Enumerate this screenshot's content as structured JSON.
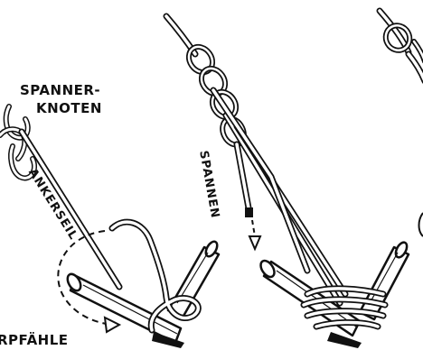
{
  "labels": {
    "title_line1": "SPANNER-",
    "title_line2": "KNOTEN",
    "anchor_rope": "ANKERSEIL",
    "tension": "SPANNEN",
    "stakes": "RPFÄHLE"
  },
  "colors": {
    "ink": "#111111",
    "paper": "#ffffff"
  }
}
